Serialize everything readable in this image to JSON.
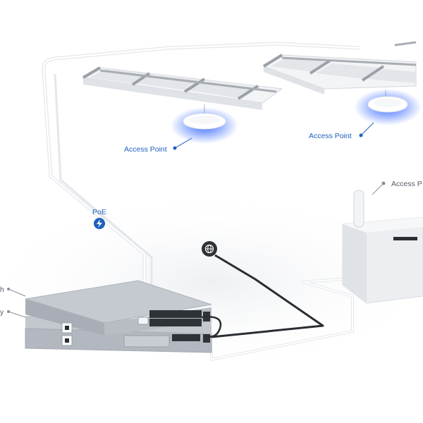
{
  "labels": {
    "access_point_left": "Access Point",
    "access_point_right": "Access Point",
    "access_point_edge": "Access P",
    "poe": "PoE",
    "switch_partial": "h",
    "gateway_partial": "y"
  },
  "icons": {
    "poe": "lightning-bolt-icon",
    "internet": "globe-icon"
  },
  "colors": {
    "label_blue": "#1f5fbf",
    "label_gray": "#555b66",
    "glow_blue": "#3a6cff",
    "cable_white": "#e9ecef",
    "cable_dark": "#2a2d31",
    "device_gray": "#b9bec6"
  }
}
